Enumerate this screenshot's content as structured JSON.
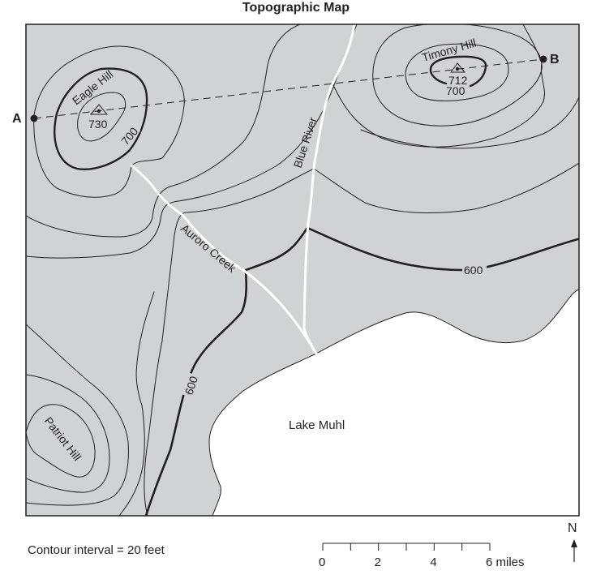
{
  "title": "Topographic Map",
  "colors": {
    "land": "#d1d2d4",
    "water": "#ffffff",
    "contour": "#231f20",
    "stream": "#ffffff",
    "frame": "#231f20"
  },
  "points": {
    "a_label": "A",
    "b_label": "B"
  },
  "features": {
    "eagle_hill": {
      "name": "Eagle Hill",
      "elevation": "730",
      "contour_label": "700"
    },
    "timony_hill": {
      "name": "Timony Hill",
      "elevation": "712",
      "contour_label": "700"
    },
    "patriot_hill": {
      "name": "Patriot Hill"
    },
    "blue_river": {
      "name": "Blue River"
    },
    "auroro_creek": {
      "name": "Auroro Creek"
    },
    "lake": {
      "name": "Lake Muhl"
    },
    "contour_600_label_east": "600",
    "contour_600_label_west": "600"
  },
  "legend": {
    "contour_interval": "Contour interval = 20 feet",
    "scale_ticks": [
      "0",
      "2",
      "4",
      "6 miles"
    ],
    "scale_max_miles": 6,
    "north": "N"
  }
}
